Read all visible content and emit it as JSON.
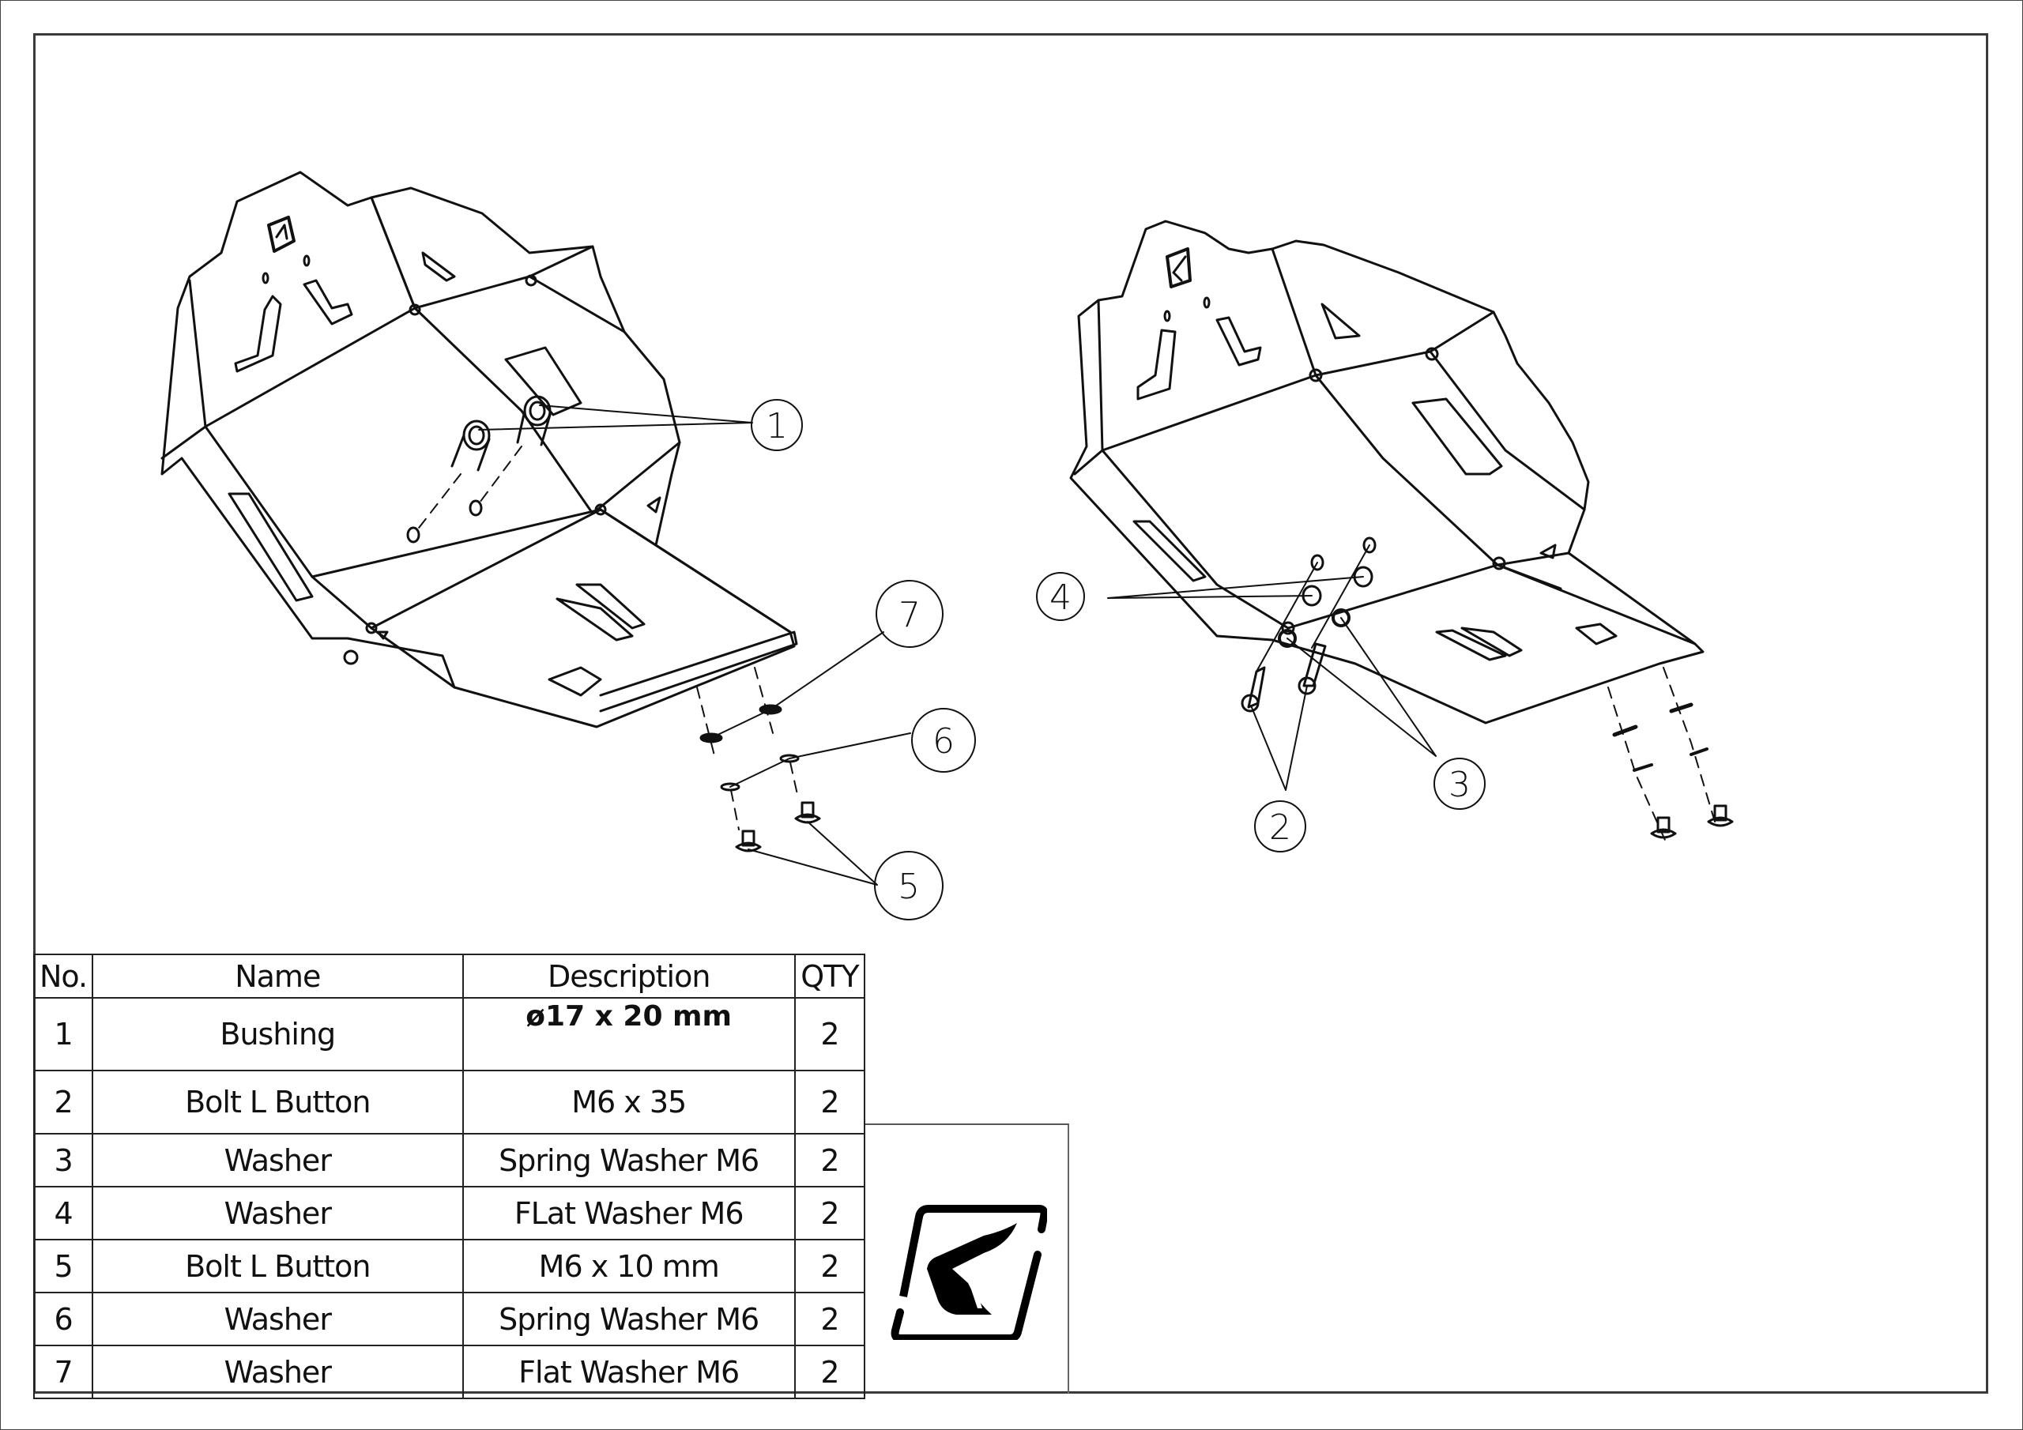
{
  "drawing": {
    "title": "Skid plate exploded assembly",
    "views": [
      {
        "name": "left-view",
        "balloons": [
          "1",
          "7",
          "6",
          "5"
        ]
      },
      {
        "name": "right-view",
        "balloons": [
          "4",
          "2",
          "3"
        ]
      }
    ],
    "balloons": {
      "b1": "1",
      "b2": "2",
      "b3": "3",
      "b4": "4",
      "b5": "5",
      "b6": "6",
      "b7": "7"
    }
  },
  "bom": {
    "headers": {
      "no": "No.",
      "name": "Name",
      "description": "Description",
      "qty": "QTY"
    },
    "rows": [
      {
        "no": "1",
        "name": "Bushing",
        "description": "ø17 x 20 mm",
        "qty": "2"
      },
      {
        "no": "2",
        "name": "Bolt L Button",
        "description": "M6 x 35",
        "qty": "2"
      },
      {
        "no": "3",
        "name": "Washer",
        "description": "Spring Washer M6",
        "qty": "2"
      },
      {
        "no": "4",
        "name": "Washer",
        "description": "FLat Washer M6",
        "qty": "2"
      },
      {
        "no": "5",
        "name": "Bolt L Button",
        "description": "M6 x 10 mm",
        "qty": "2"
      },
      {
        "no": "6",
        "name": "Washer",
        "description": "Spring Washer M6",
        "qty": "2"
      },
      {
        "no": "7",
        "name": "Washer",
        "description": "Flat Washer M6",
        "qty": "2"
      }
    ]
  },
  "logo": {
    "icon": "brand-k-logo-icon"
  }
}
